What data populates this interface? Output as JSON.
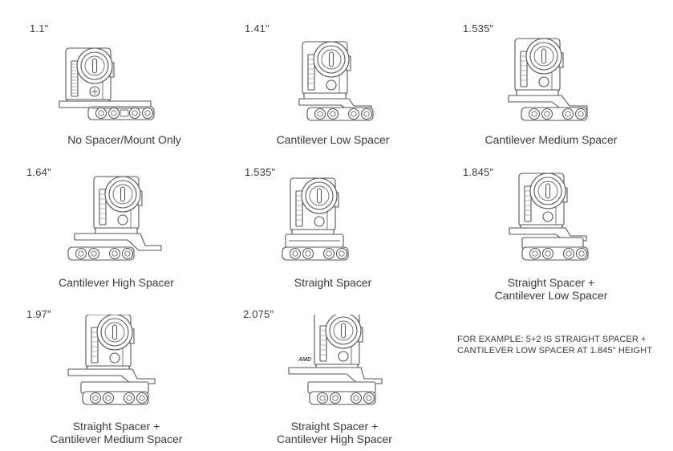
{
  "configs": [
    {
      "height": "1.1\"",
      "caption": [
        "No Spacer/Mount Only"
      ]
    },
    {
      "height": "1.41\"",
      "caption": [
        "Cantilever Low Spacer"
      ]
    },
    {
      "height": "1.535\"",
      "caption": [
        "Cantilever Medium Spacer"
      ]
    },
    {
      "height": "1.64\"",
      "caption": [
        "Cantilever High Spacer"
      ]
    },
    {
      "height": "1.535\"",
      "caption": [
        "Straight Spacer"
      ]
    },
    {
      "height": "1.845\"",
      "caption": [
        "Straight Spacer +",
        "Cantilever Low Spacer"
      ]
    },
    {
      "height": "1.97\"",
      "caption": [
        "Straight Spacer +",
        "Cantilever Medium Spacer"
      ]
    },
    {
      "height": "2.075\"",
      "caption": [
        "Straight Spacer +",
        "Cantilever High Spacer"
      ]
    }
  ],
  "note": "FOR EXAMPLE: 5+2 IS STRAIGHT SPACER + CANTILEVER LOW SPACER AT 1.845\" HEIGHT",
  "brand_mark": "AMD"
}
